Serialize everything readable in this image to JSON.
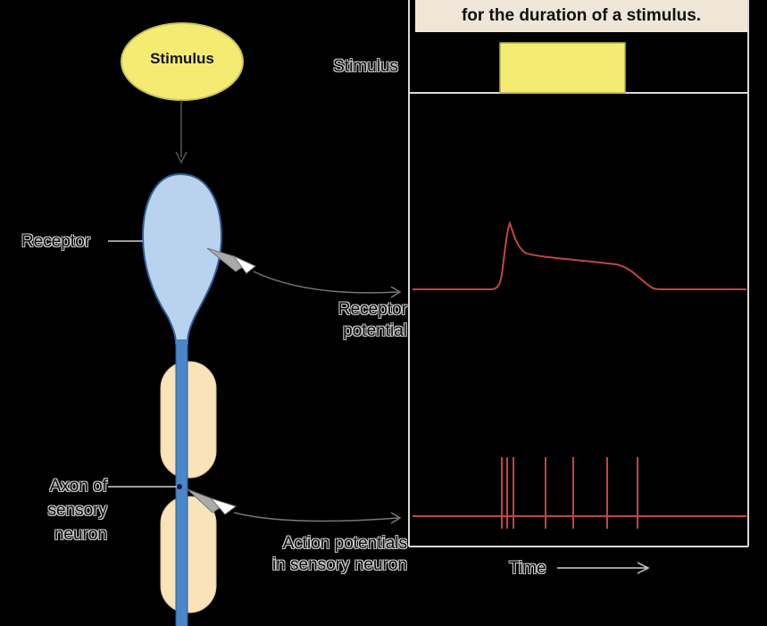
{
  "banner_text": "for the duration of a stimulus.",
  "stimulus_bubble": "Stimulus",
  "labels": {
    "stimulus_track": "Stimulus",
    "receptor": "Receptor",
    "receptor_potential_line1": "Receptor",
    "receptor_potential_line2": "potential",
    "axon_line1": "Axon of",
    "axon_line2": "sensory",
    "axon_line3": "neuron",
    "action_line1": "Action potentials",
    "action_line2": "in sensory neuron",
    "time_axis": "Time"
  },
  "colors": {
    "stimulus_fill": "#f4ec72",
    "receptor_fill": "#b9d3ee",
    "axon_blue": "#4a86c8",
    "myelin": "#f8e4b8",
    "trace_red": "#c44444",
    "panel_border": "#d9d9d9",
    "banner_bg": "#efe6d8"
  },
  "icons": [
    "arrow-down-icon",
    "electrode-icon",
    "curved-arrow-icon",
    "time-arrow-icon"
  ]
}
